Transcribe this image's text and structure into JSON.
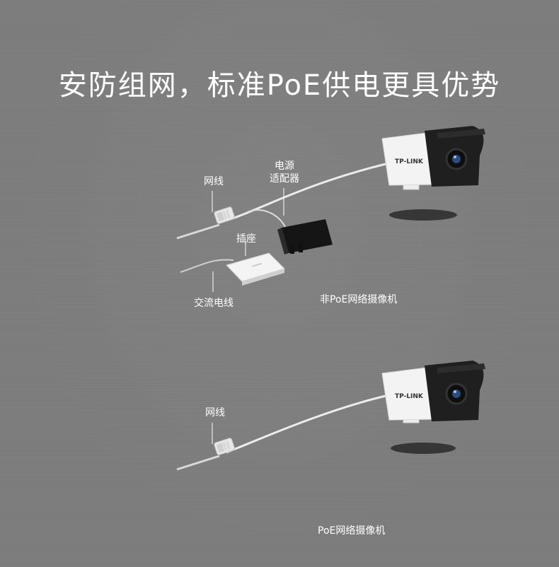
{
  "title": "安防组网，标准PoE供电更具优势",
  "colors": {
    "background": "#7d7d7d",
    "text": "#ffffff",
    "camera_body": "#f4f4f4",
    "camera_hood": "#1f1f1f",
    "adapter": "#1a1a1a",
    "cable": "#e9e9e9"
  },
  "non_poe": {
    "network_cable_label": "网线",
    "adapter_label_line1": "电源",
    "adapter_label_line2": "适配器",
    "socket_label": "插座",
    "ac_cable_label": "交流电线",
    "caption": "非PoE网络摄像机",
    "brand": "TP-LINK"
  },
  "poe": {
    "network_cable_label": "网线",
    "caption": "PoE网络摄像机",
    "brand": "TP-LINK"
  }
}
